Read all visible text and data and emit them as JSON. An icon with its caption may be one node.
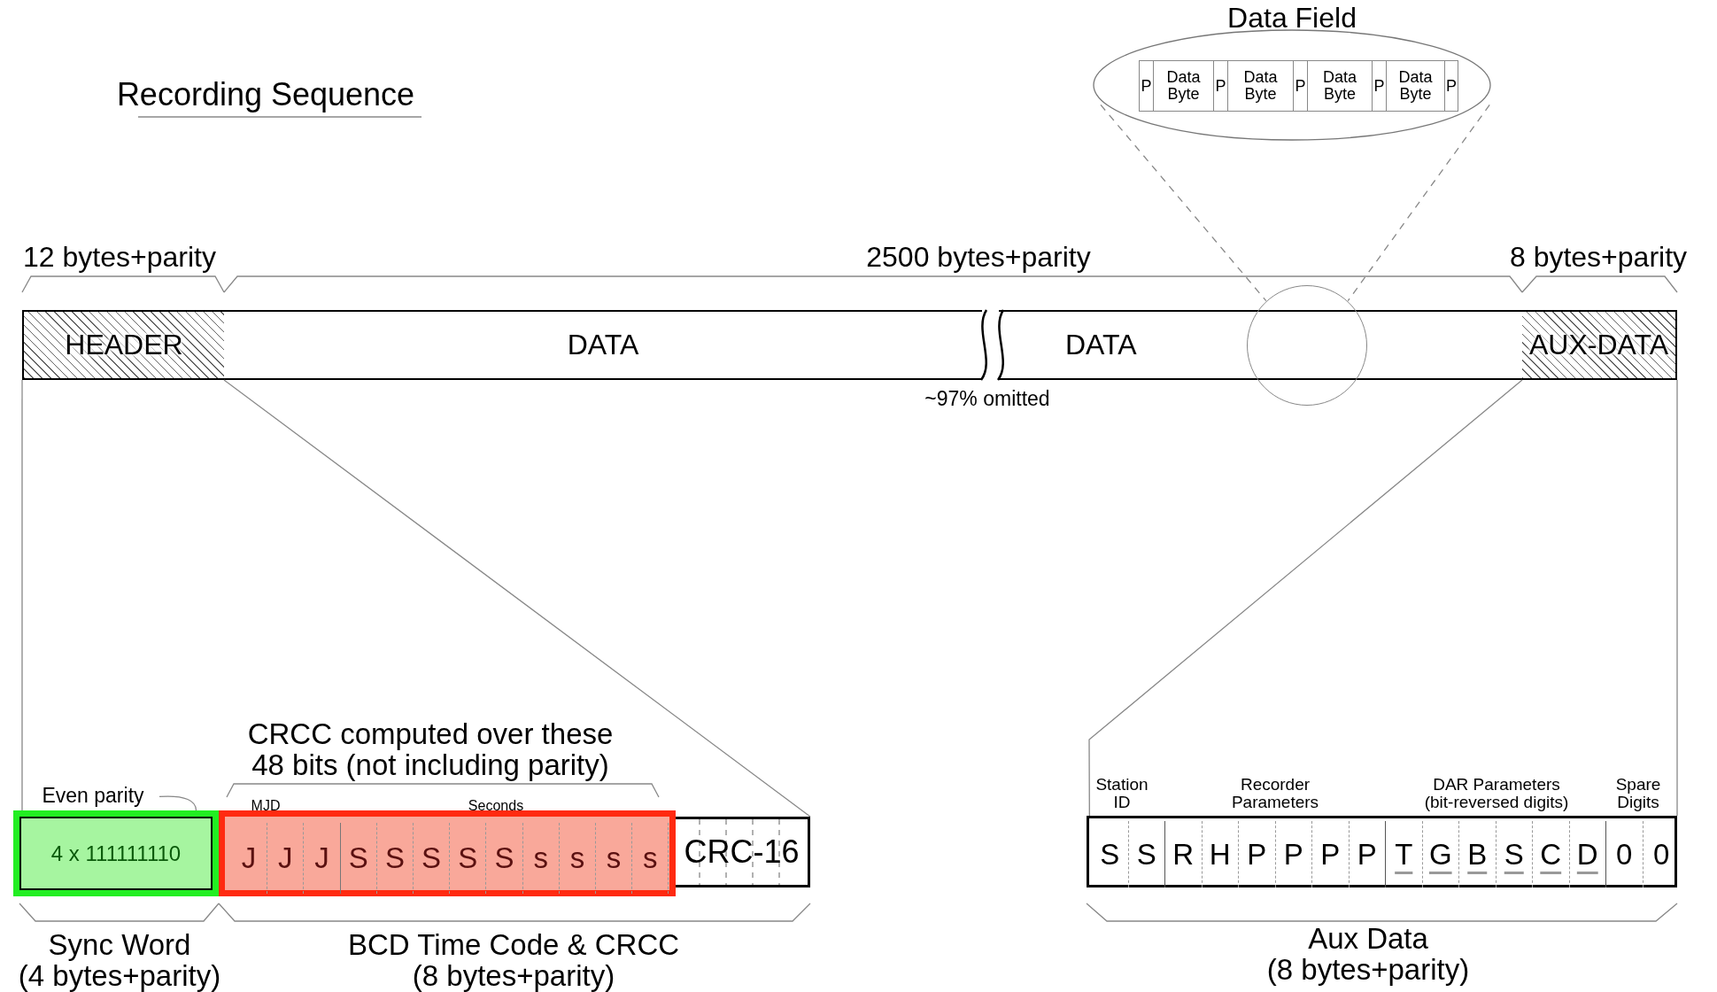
{
  "diagram": {
    "title": "Recording Sequence",
    "nodes": [
      {
        "text": [
          "HEADER"
        ]
      },
      {
        "text": [
          "DATA"
        ]
      },
      {
        "text": [
          "DATA"
        ]
      },
      {
        "text": [
          "AUX-DATA"
        ]
      },
      {
        "text": [
          "Data Field"
        ]
      },
      {
        "text": [
          "P"
        ],
        "in": 4
      },
      {
        "text": [
          "Data Byte"
        ],
        "in": 4
      },
      {
        "text": [
          "P"
        ],
        "in": 4
      },
      {
        "text": [
          "Data Byte"
        ],
        "in": 4
      },
      {
        "text": [
          "P"
        ],
        "in": 4
      },
      {
        "text": [
          "Data Byte"
        ],
        "in": 4
      },
      {
        "text": [
          "P"
        ],
        "in": 4
      },
      {
        "text": [
          "Data Byte"
        ],
        "in": 4
      },
      {
        "text": [
          "P"
        ],
        "in": 4
      },
      {
        "text": [
          "4 x 111111110"
        ]
      },
      {
        "text": [],
        "shape": "box"
      },
      {
        "text": [
          "J"
        ],
        "in": 15
      },
      {
        "text": [
          "J"
        ],
        "in": 15
      },
      {
        "text": [
          "J"
        ],
        "in": 15
      },
      {
        "text": [
          "S"
        ],
        "in": 15
      },
      {
        "text": [
          "S"
        ],
        "in": 15
      },
      {
        "text": [
          "S"
        ],
        "in": 15
      },
      {
        "text": [
          "S"
        ],
        "in": 15
      },
      {
        "text": [
          "S"
        ],
        "in": 15
      },
      {
        "text": [
          "s"
        ],
        "in": 15
      },
      {
        "text": [
          "s"
        ],
        "in": 15
      },
      {
        "text": [
          "s"
        ],
        "in": 15
      },
      {
        "text": [
          "s"
        ],
        "in": 15
      },
      {
        "text": [
          "CRC-16"
        ]
      },
      {
        "text": [
          "Even parity"
        ]
      },
      {
        "text": [],
        "shape": "box"
      },
      {
        "text": [
          "S"
        ],
        "in": 30
      },
      {
        "text": [
          "S"
        ],
        "in": 30
      },
      {
        "text": [
          "R"
        ],
        "in": 30
      },
      {
        "text": [
          "H"
        ],
        "in": 30
      },
      {
        "text": [
          "P"
        ],
        "in": 30
      },
      {
        "text": [
          "P"
        ],
        "in": 30
      },
      {
        "text": [
          "P"
        ],
        "in": 30
      },
      {
        "text": [
          "P"
        ],
        "in": 30
      },
      {
        "text": [
          "T"
        ],
        "in": 30
      },
      {
        "text": [
          "G"
        ],
        "in": 30
      },
      {
        "text": [
          "B"
        ],
        "in": 30
      },
      {
        "text": [
          "S"
        ],
        "in": 30
      },
      {
        "text": [
          "C"
        ],
        "in": 30
      },
      {
        "text": [
          "D"
        ],
        "in": 30
      },
      {
        "text": [
          "0"
        ],
        "in": 30
      },
      {
        "text": [
          "0"
        ],
        "in": 30
      },
      {
        "text": [],
        "shape": "circle"
      }
    ],
    "edges": [
      {
        "from": 29,
        "to": 14,
        "arrow": "none"
      },
      {
        "from": 0,
        "to": 14,
        "arrow": "none"
      },
      {
        "from": 0,
        "to": 28,
        "arrow": "none"
      },
      {
        "from": 3,
        "to": 30,
        "arrow": "none"
      },
      {
        "from": 3,
        "to": 30,
        "arrow": "none"
      },
      {
        "from": 4,
        "to": 47,
        "arrow": "none",
        "style": "dashed"
      },
      {
        "from": 4,
        "to": 47,
        "arrow": "none",
        "style": "dashed"
      }
    ],
    "labels": [
      "12 bytes+parity",
      "2500 bytes+parity",
      "8 bytes+parity",
      "~97% omitted",
      "CRCC computed over these 48 bits (not including parity)",
      "MJD",
      "Seconds",
      "Station ID",
      "Recorder Parameters",
      "DAR Parameters (bit-reversed digits)",
      "Spare Digits",
      "Sync Word (4 bytes+parity)",
      "BCD Time Code & CRCC (8 bytes+parity)",
      "Aux Data (8 bytes+parity)"
    ]
  }
}
